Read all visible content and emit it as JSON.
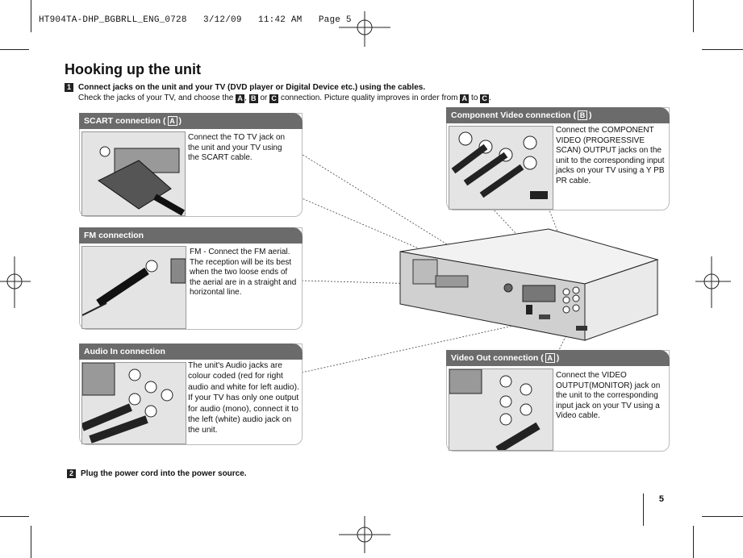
{
  "slug": "HT904TA-DHP_BGBRLL_ENG_0728   3/12/09   11:42 AM   Page 5",
  "title": "Hooking up the unit",
  "step1": {
    "number": "1",
    "heading": "Connect jacks on the unit and your TV (DVD player or Digital Device etc.) using the cables.",
    "line2_a": "Check the jacks of your TV, and choose the",
    "letter_a": "A",
    "sep1": ",",
    "letter_b": "B",
    "sep2": "or",
    "letter_c": "C",
    "line2_b": "connection. Picture quality improves in order from",
    "from": "A",
    "to_word": "to",
    "to": "C",
    "end": "."
  },
  "panels": {
    "scart": {
      "title": "SCART connection (",
      "letter": "A",
      "close": ")",
      "text": "Connect the TO TV jack on the unit and your TV using the SCART cable."
    },
    "fm": {
      "title": "FM connection",
      "text": "FM - Connect the FM aerial. The reception will be its best when the two loose ends of the aerial are in a straight and horizontal line."
    },
    "audio": {
      "title": "Audio In connection",
      "text": "The unit's Audio jacks are colour coded (red for right audio and white for left audio). If your TV has only one output for audio (mono), connect it to the left (white) audio jack on the unit."
    },
    "component": {
      "title": "Component Video connection (",
      "letter": "B",
      "close": ")",
      "text": "Connect the COMPONENT VIDEO (PROGRESSIVE SCAN) OUTPUT jacks on the unit to the corresponding input jacks on your TV using a Y PB PR cable."
    },
    "videoout": {
      "title": "Video Out connection (",
      "letter": "A",
      "close": ")",
      "text": "Connect the VIDEO OUTPUT(MONITOR) jack on the unit to the corresponding input jack on your TV using a Video cable."
    }
  },
  "step2": {
    "number": "2",
    "text": "Plug the power cord into the power source."
  },
  "page_number": "5"
}
